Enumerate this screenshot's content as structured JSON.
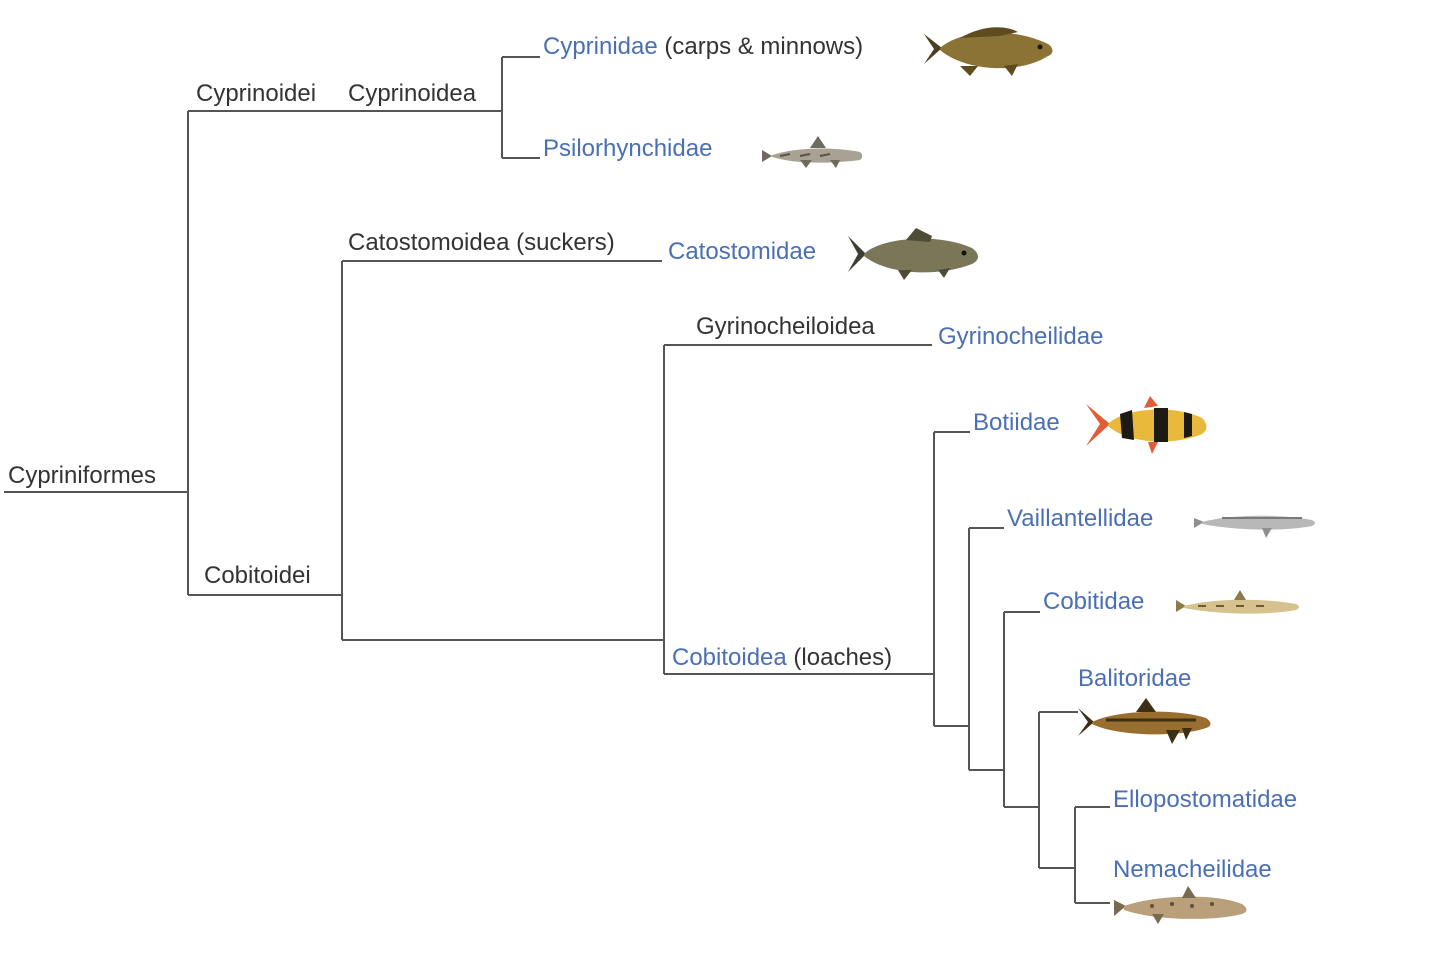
{
  "colors": {
    "branch": "#555555",
    "clade": "#333333",
    "family": "#4a6fb5"
  },
  "labels": {
    "order": "Cypriniformes",
    "cyprinoidei": "Cyprinoidei",
    "cyprinoidea": "Cyprinoidea",
    "cobitoidei": "Cobitoidei",
    "catostomoidea": "Catostomoidea (suckers)",
    "gyrinocheiloidea": "Gyrinocheiloidea",
    "cobitoidea_name": "Cobitoidea",
    "cobitoidea_note": "(loaches)"
  },
  "families": {
    "cyprinidae": "Cyprinidae",
    "cyprinidae_note": "(carps & minnows)",
    "psilorhynchidae": "Psilorhynchidae",
    "catostomidae": "Catostomidae",
    "gyrinocheilidae": "Gyrinocheilidae",
    "botiidae": "Botiidae",
    "vaillantellidae": "Vaillantellidae",
    "cobitidae": "Cobitidae",
    "balitoridae": "Balitoridae",
    "ellopostomatidae": "Ellopostomatidae",
    "nemacheilidae": "Nemacheilidae"
  },
  "fish_icons": [
    "carp-icon",
    "psilorhynchus-icon",
    "sucker-icon",
    "clown-loach-icon",
    "vaillantella-icon",
    "spined-loach-icon",
    "hillstream-loach-icon",
    "stone-loach-icon"
  ]
}
